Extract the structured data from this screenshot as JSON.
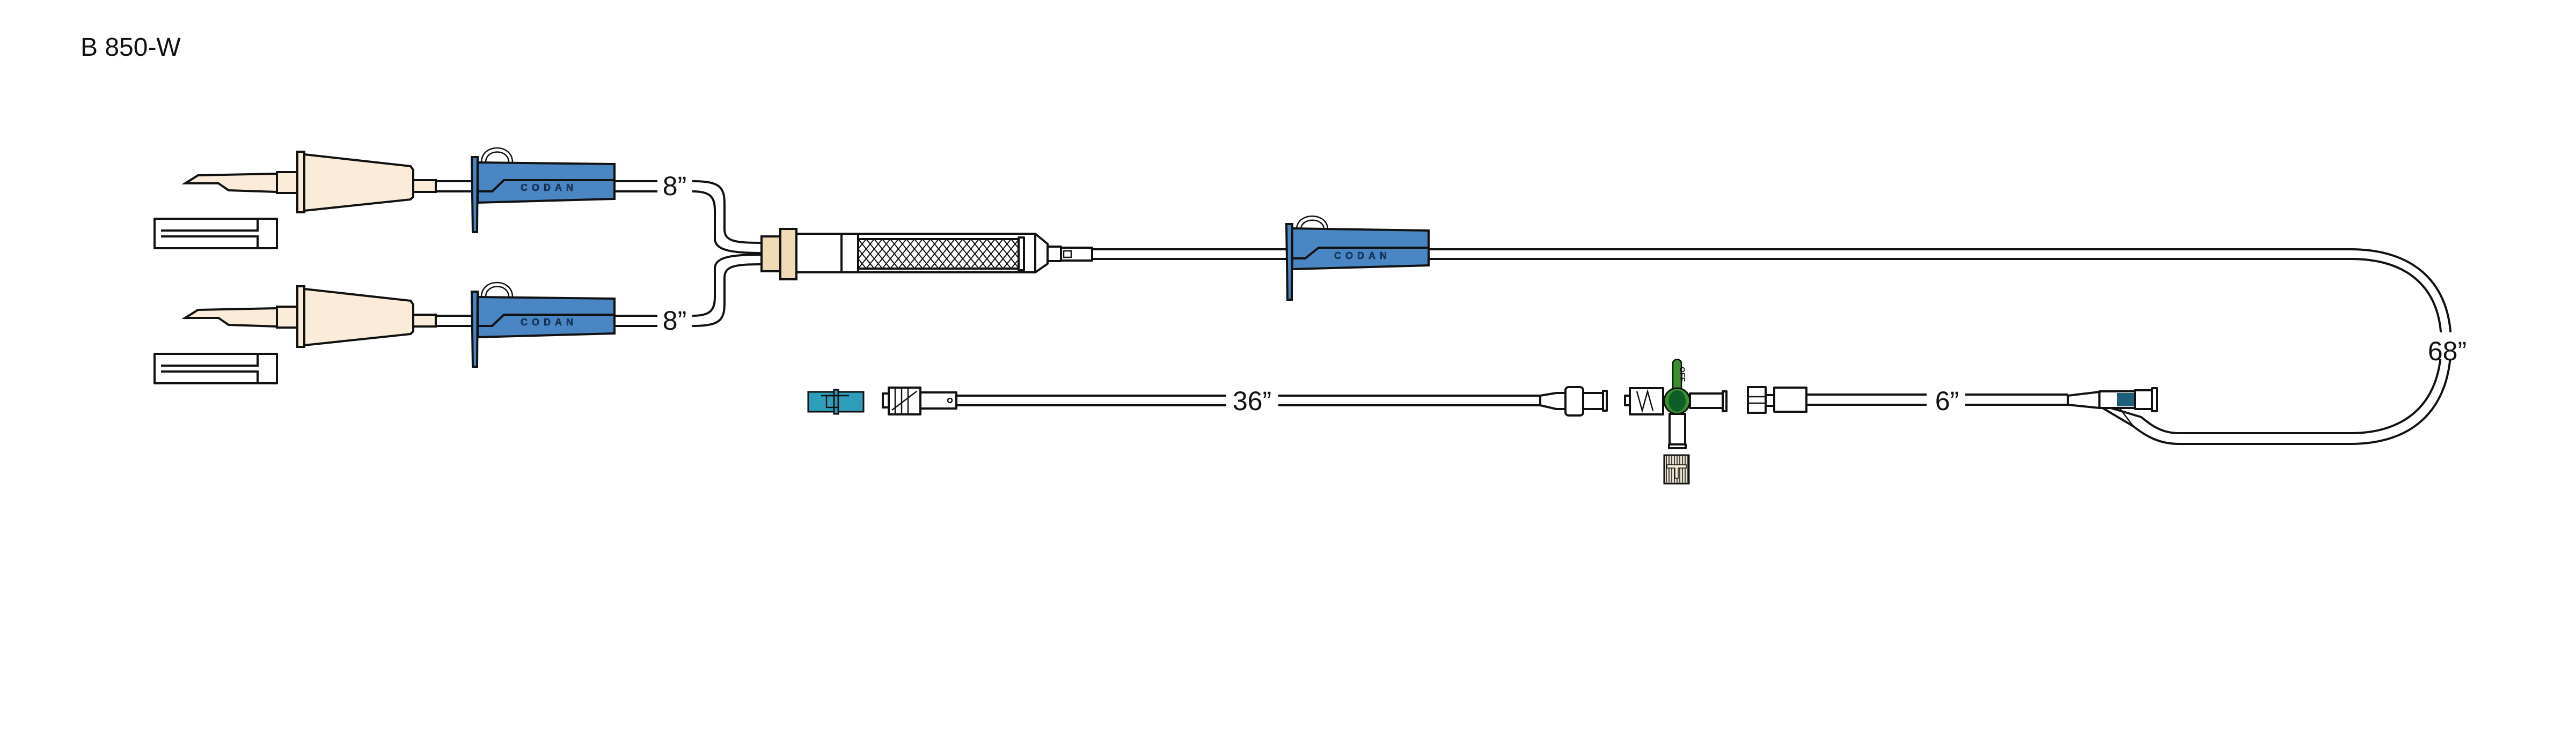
{
  "title": "B 850-W",
  "labels": {
    "spike_tube_upper": "8”",
    "spike_tube_lower": "8”",
    "main_tube": "68”",
    "extension_tube": "36”",
    "short_tube": "6”"
  },
  "brand": "CODAN",
  "stopcock_marking": "OFF",
  "colors": {
    "spike_chamber": "#faecd8",
    "clamp": "#4a86c3",
    "stopcock": "#3c8f2f",
    "stopcock_center": "#0d5f27",
    "cap": "#2e9fba",
    "y_site_thread": "#1d5f78"
  }
}
